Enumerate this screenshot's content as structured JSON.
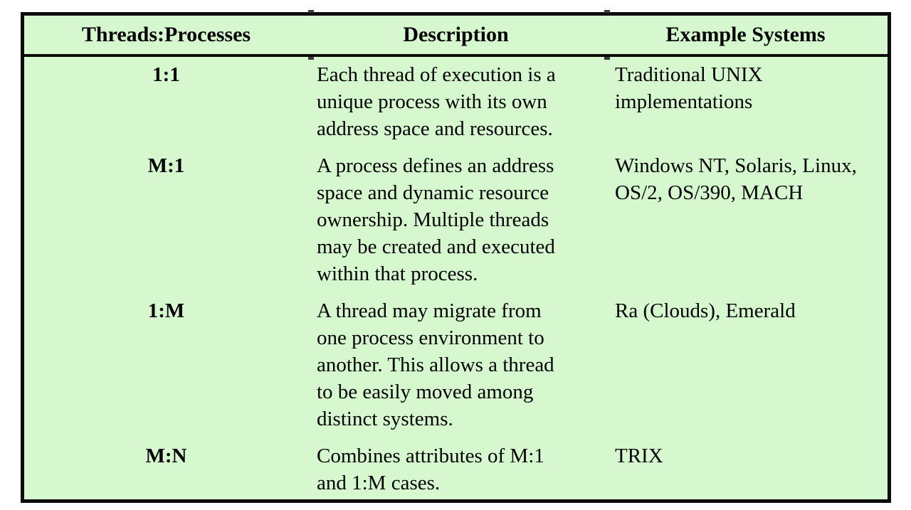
{
  "table": {
    "columns": [
      "Threads:Processes",
      "Description",
      "Example Systems"
    ],
    "rows": [
      {
        "ratio": "1:1",
        "description": "Each thread of execution is a\nunique process with its own\naddress space and resources.",
        "examples": "Traditional UNIX\nimplementations"
      },
      {
        "ratio": "M:1",
        "description": "A process defines an address\nspace and dynamic resource\nownership. Multiple threads\nmay be created and executed\nwithin that process.",
        "examples": "Windows NT, Solaris, Linux,\nOS/2, OS/390, MACH"
      },
      {
        "ratio": "1:M",
        "description": "A thread may migrate from\none process environment to\nanother. This allows a thread\nto be easily moved among\ndistinct systems.",
        "examples": "Ra (Clouds), Emerald"
      },
      {
        "ratio": "M:N",
        "description": "Combines attributes of M:1\nand 1:M cases.",
        "examples": "TRIX"
      }
    ]
  },
  "colors": {
    "table_background": "#d6f8cf",
    "border": "#0b0b0b",
    "text": "#000000",
    "page_background": "#ffffff"
  }
}
